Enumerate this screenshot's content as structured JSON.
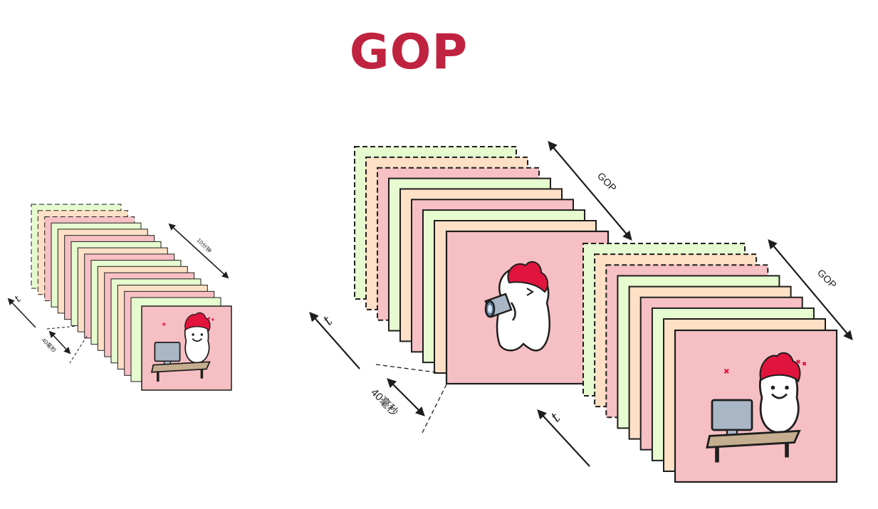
{
  "title": "GOP",
  "colors": {
    "title": "#c0233f",
    "frame_green": "#e6fbcf",
    "frame_peach": "#fde0c5",
    "frame_pink": "#f7c0c4",
    "frame_main": "#f6bfc3",
    "mascot_red": "#e0143c",
    "desk": "#c5ad8f",
    "monitor": "#a9b6c6",
    "ink": "#1e1e1e"
  },
  "diagrams": {
    "small": {
      "time_label": "t",
      "duration_label": "10分钟",
      "interval_label": "40毫秒"
    },
    "large": {
      "time_label": "t",
      "interval_label": "40毫秒",
      "group1_label": "GOP",
      "group2_label": "GOP",
      "group2_time_label": "t"
    }
  }
}
